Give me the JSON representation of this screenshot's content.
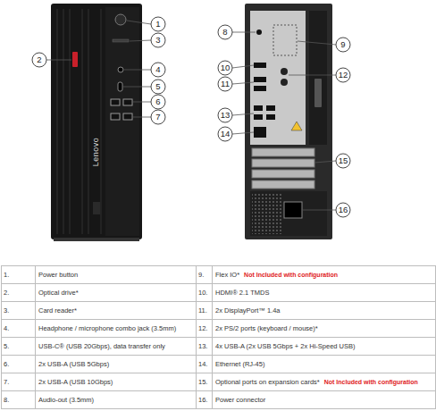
{
  "diagram": {
    "labels": [
      "1",
      "2",
      "3",
      "4",
      "5",
      "6",
      "7",
      "8",
      "9",
      "10",
      "11",
      "12",
      "13",
      "14",
      "15",
      "16",
      "Lenovo",
      "1.",
      "Power button",
      "9.",
      "Flex IO*",
      "Not Included with configuration",
      "2.",
      "Optical drive*",
      "10.",
      "HDMI® 2.1 TMDS",
      "3.",
      "Card reader*",
      "11.",
      "2x DisplayPort™ 1.4a",
      "4.",
      "Headphone / microphone combo jack (3.5mm)",
      "12.",
      "2x PS/2 ports (keyboard / mouse)*",
      "5.",
      "USB-C® (USB 20Gbps), data transfer only",
      "13.",
      "4x USB-A (2x USB 5Gbps + 2x Hi-Speed USB)",
      "6.",
      "2x USB-A (USB 5Gbps)",
      "14.",
      "Ethernet (RJ-45)",
      "7.",
      "2x USB-A (USB 10Gbps)",
      "15.",
      "Optional ports on expansion cards*",
      "Not Included with configuration",
      "8.",
      "Audio-out (3.5mm)",
      "16.",
      "Power connector"
    ]
  }
}
